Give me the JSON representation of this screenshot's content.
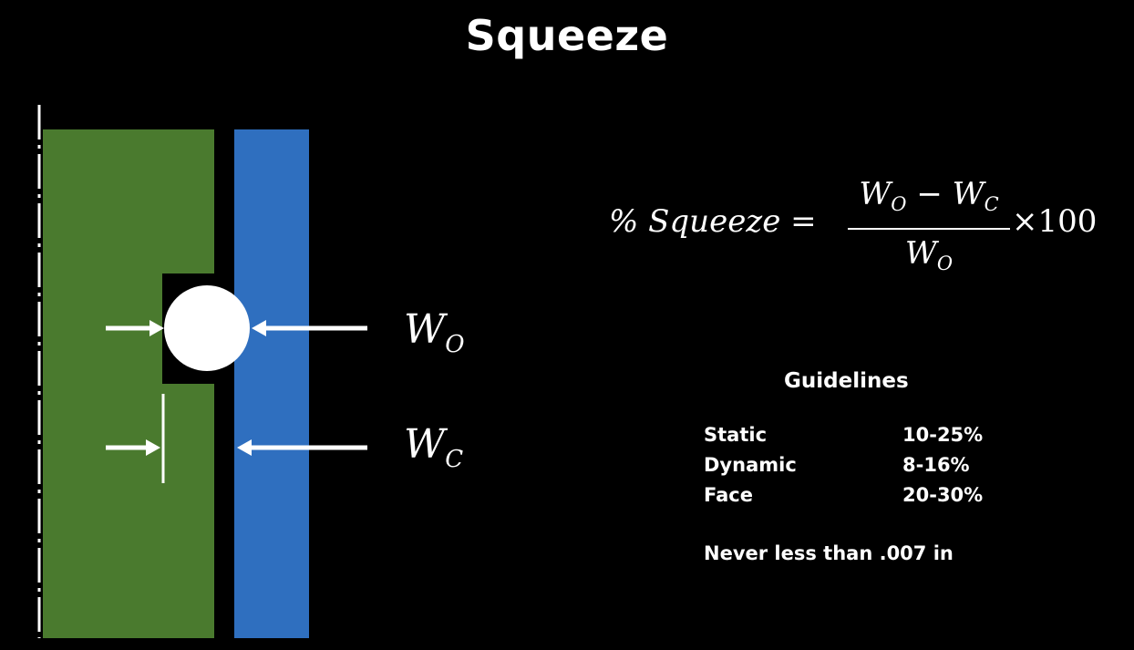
{
  "title": "Squeeze",
  "colors": {
    "background": "#000000",
    "groove_body": "#4a7a2e",
    "mating_surface": "#2f6fbf",
    "o_ring": "#ffffff",
    "text": "#ffffff"
  },
  "labels": {
    "w_o": {
      "base": "W",
      "sub": "O"
    },
    "w_c": {
      "base": "W",
      "sub": "C"
    }
  },
  "formula": {
    "lhs": "% Squeeze =",
    "numerator_a": "W",
    "numerator_a_sub": "O",
    "minus": "−",
    "numerator_b": "W",
    "numerator_b_sub": "C",
    "denominator": "W",
    "denominator_sub": "O",
    "multiplier": "×100"
  },
  "guidelines": {
    "title": "Guidelines",
    "rows": [
      {
        "name": "Static",
        "value": "10-25%"
      },
      {
        "name": "Dynamic",
        "value": "8-16%"
      },
      {
        "name": "Face",
        "value": "20-30%"
      }
    ],
    "note": "Never less than .007 in"
  }
}
